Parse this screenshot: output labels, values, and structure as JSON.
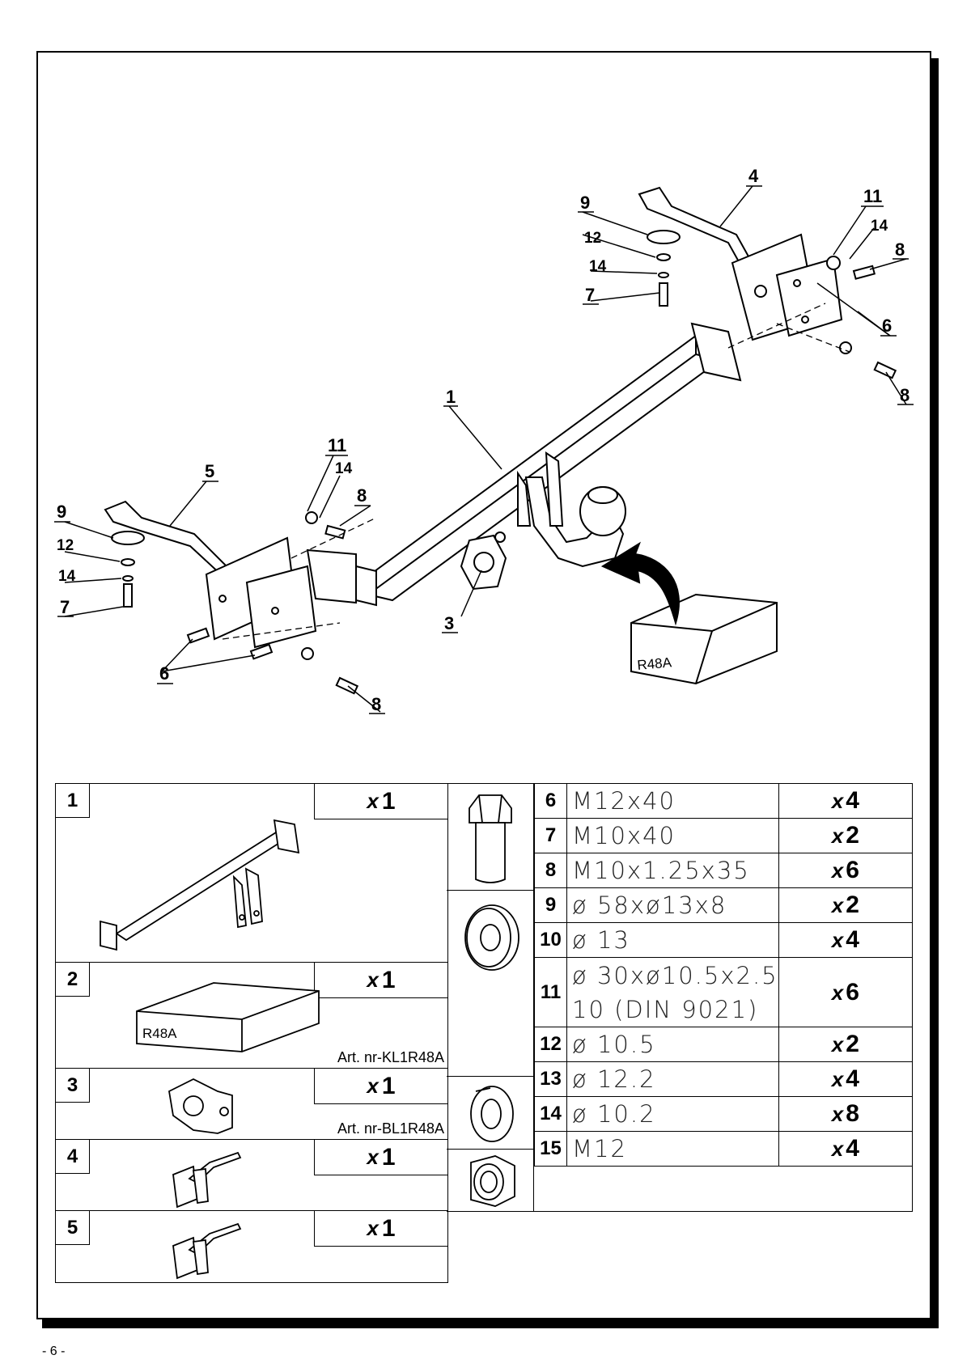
{
  "diagram": {
    "callouts": [
      {
        "id": "c1",
        "text": "1"
      },
      {
        "id": "c3",
        "text": "3"
      },
      {
        "id": "c4",
        "text": "4"
      },
      {
        "id": "c5",
        "text": "5"
      },
      {
        "id": "c9r",
        "text": "9"
      },
      {
        "id": "c12r",
        "text": "12"
      },
      {
        "id": "c14r",
        "text": "14"
      },
      {
        "id": "c7r",
        "text": "7"
      },
      {
        "id": "c11r",
        "text": "11"
      },
      {
        "id": "c14r2",
        "text": "14"
      },
      {
        "id": "c8r",
        "text": "8"
      },
      {
        "id": "c6r",
        "text": "6"
      },
      {
        "id": "c8r2",
        "text": "8"
      },
      {
        "id": "c9l",
        "text": "9"
      },
      {
        "id": "c12l",
        "text": "12"
      },
      {
        "id": "c14l",
        "text": "14"
      },
      {
        "id": "c7l",
        "text": "7"
      },
      {
        "id": "c11l",
        "text": "11"
      },
      {
        "id": "c14l2",
        "text": "14"
      },
      {
        "id": "c8l",
        "text": "8"
      },
      {
        "id": "c6l",
        "text": "6"
      },
      {
        "id": "c8l2",
        "text": "8"
      }
    ],
    "box_label": "R48A"
  },
  "parts_left": [
    {
      "num": "1",
      "qty_x": "x",
      "qty": "1",
      "art": ""
    },
    {
      "num": "2",
      "qty_x": "x",
      "qty": "1",
      "art": "Art. nr-KL1R48A",
      "box_label": "R48A"
    },
    {
      "num": "3",
      "qty_x": "x",
      "qty": "1",
      "art": "Art. nr-BL1R48A"
    },
    {
      "num": "4",
      "qty_x": "x",
      "qty": "1",
      "art": ""
    },
    {
      "num": "5",
      "qty_x": "x",
      "qty": "1",
      "art": ""
    }
  ],
  "parts_right": [
    {
      "num": "6",
      "spec": "M12x40",
      "qty_x": "x",
      "qty": "4"
    },
    {
      "num": "7",
      "spec": "M10x40",
      "qty_x": "x",
      "qty": "2"
    },
    {
      "num": "8",
      "spec": "M10x1.25x35",
      "qty_x": "x",
      "qty": "6"
    },
    {
      "num": "9",
      "spec": "ø 58xø13x8",
      "qty_x": "x",
      "qty": "2"
    },
    {
      "num": "10",
      "spec": "ø 13",
      "qty_x": "x",
      "qty": "4"
    },
    {
      "num": "11",
      "spec": "ø 30xø10.5x2.5",
      "spec2": "10   (DIN 9021)",
      "qty_x": "x",
      "qty": "6"
    },
    {
      "num": "12",
      "spec": "ø 10.5",
      "qty_x": "x",
      "qty": "2"
    },
    {
      "num": "13",
      "spec": "ø 12.2",
      "qty_x": "x",
      "qty": "4"
    },
    {
      "num": "14",
      "spec": "ø 10.2",
      "qty_x": "x",
      "qty": "8"
    },
    {
      "num": "15",
      "spec": "M12",
      "qty_x": "x",
      "qty": "4"
    }
  ],
  "page_number": "- 6 -"
}
